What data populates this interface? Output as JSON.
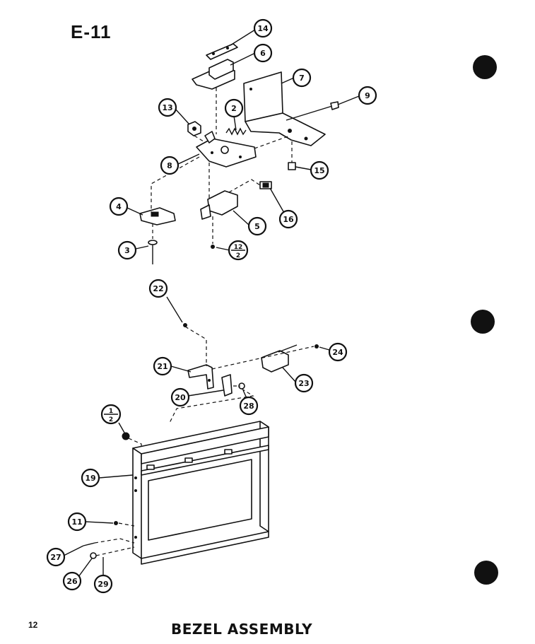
{
  "page_code": "E-11",
  "page_number": "12",
  "title": "BEZEL ASSEMBLY",
  "callouts": {
    "c14": "14",
    "c6": "6",
    "c7": "7",
    "c9": "9",
    "c13": "13",
    "c2": "2",
    "c8": "8",
    "c15": "15",
    "c4": "4",
    "c5": "5",
    "c16": "16",
    "c3": "3",
    "c12_top": "12",
    "c12_bot": "2",
    "c22": "22",
    "c24": "24",
    "c21": "21",
    "c23": "23",
    "c20": "20",
    "c28": "28",
    "c1_top": "1",
    "c1_bot": "2",
    "c19": "19",
    "c11": "11",
    "c27": "27",
    "c26": "26",
    "c29": "29"
  }
}
